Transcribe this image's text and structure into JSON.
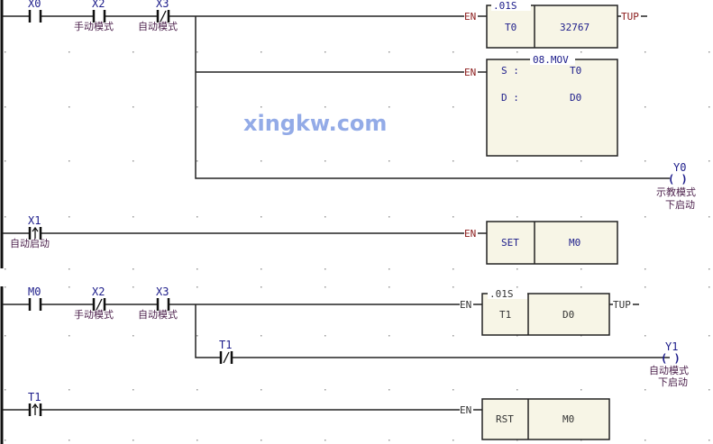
{
  "watermark": "xingkw.com",
  "rungs": [
    {
      "contacts": [
        {
          "label": "X0",
          "type": "NO",
          "comment": ""
        },
        {
          "label": "X2",
          "type": "NO",
          "comment": "手动模式"
        },
        {
          "label": "X3",
          "type": "NC",
          "comment": "自动模式"
        }
      ],
      "timer": {
        "en": "EN",
        "base": ".01S",
        "name": "T0",
        "preset": "32767",
        "out": "TUP"
      },
      "mov": {
        "en": "EN",
        "title": "08.MOV",
        "s_label": "S :",
        "s_value": "T0",
        "d_label": "D :",
        "d_value": "D0"
      },
      "coil": {
        "label": "Y0",
        "symbol": "( )",
        "comment_line1": "示教模式",
        "comment_line2": "下启动"
      }
    },
    {
      "contacts": [
        {
          "label": "X1",
          "type": "PULSE",
          "comment": "自动启动"
        }
      ],
      "func": {
        "en": "EN",
        "op": "SET",
        "operand": "M0"
      }
    },
    {
      "contacts": [
        {
          "label": "M0",
          "type": "NO",
          "comment": ""
        },
        {
          "label": "X2",
          "type": "NC",
          "comment": "手动模式"
        },
        {
          "label": "X3",
          "type": "NO",
          "comment": "自动模式"
        }
      ],
      "timer": {
        "en": "EN",
        "base": ".01S",
        "name": "T1",
        "preset": "D0",
        "out": "TUP"
      },
      "branch_contact": {
        "label": "T1",
        "type": "NC"
      },
      "coil": {
        "label": "Y1",
        "symbol": "( )",
        "comment_line1": "自动模式",
        "comment_line2": "下启动"
      }
    },
    {
      "contacts": [
        {
          "label": "T1",
          "type": "PULSE",
          "comment": ""
        }
      ],
      "func": {
        "en": "EN",
        "op": "RST",
        "operand": "M0"
      }
    }
  ]
}
